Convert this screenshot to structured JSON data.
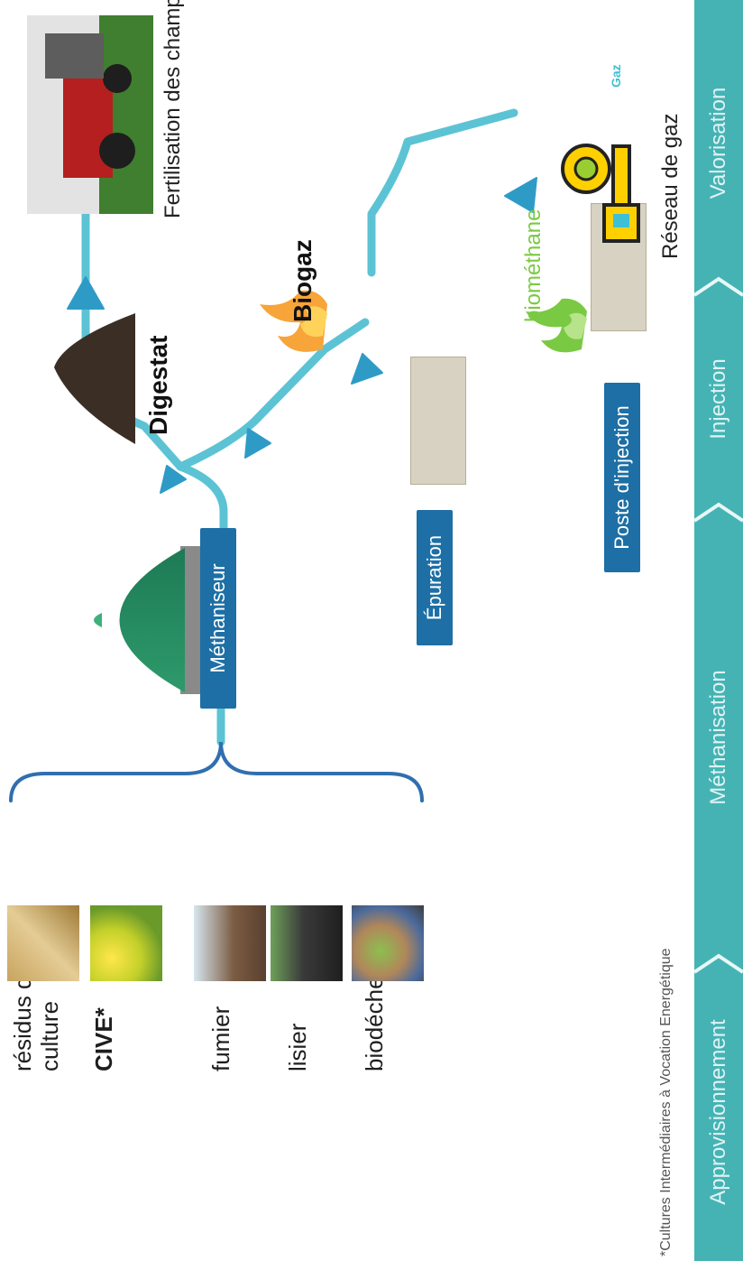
{
  "inputs": [
    {
      "label_lines": [
        "résidus de",
        "culture"
      ],
      "image": "crop-residue-photo"
    },
    {
      "label_lines": [
        "CIVE*"
      ],
      "image": "yellow-flowers-photo"
    },
    {
      "label_lines": [
        "fumier"
      ],
      "image": "manure-photo"
    },
    {
      "label_lines": [
        "lisier"
      ],
      "image": "slurry-photo"
    },
    {
      "label_lines": [
        "biodéchets"
      ],
      "image": "biowaste-photo"
    }
  ],
  "footnote": "*Cultures Intermédiaires à Vocation Energétique",
  "boxes": {
    "methaniseur": "Méthaniseur",
    "epuration": "Épuration",
    "poste": "Poste d'injection"
  },
  "products": {
    "digestat": "Digestat",
    "biogaz": "Biogaz",
    "biomethane": "biométhane",
    "fertilisation": "Fertilisation des champs",
    "reseau": "Réseau de gaz",
    "gas_tag": "Gaz"
  },
  "stages": [
    "Approvisionnement",
    "Méthanisation",
    "Injection",
    "Valorisation"
  ],
  "colors": {
    "pipe": "#5cc3d4",
    "box_blue": "#1d6fa5",
    "stage_teal": "#45b3b4",
    "brace": "#2f6fb0",
    "biomethane_green": "#7ac943"
  }
}
